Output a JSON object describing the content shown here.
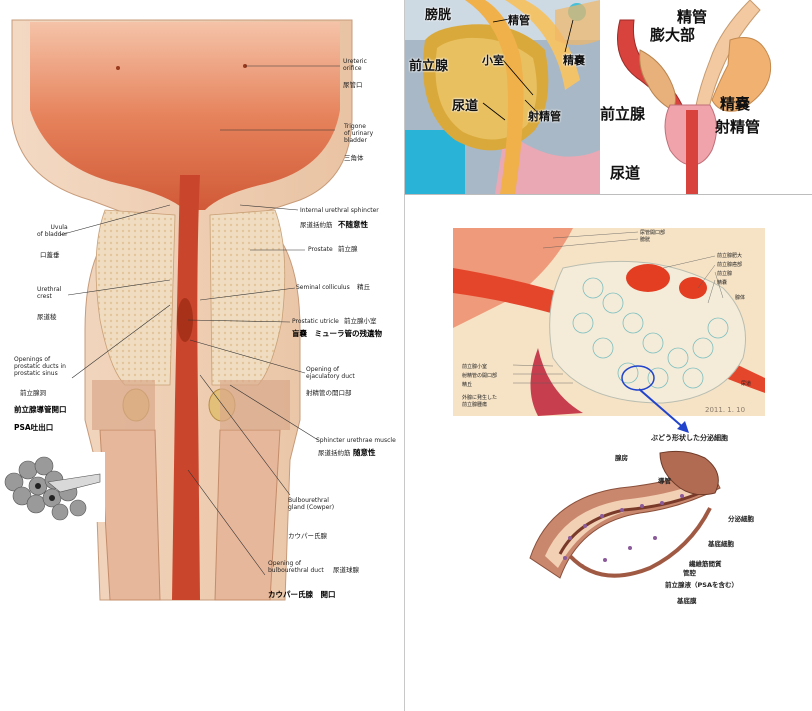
{
  "left_panel": {
    "labels": {
      "ureteric_orifice": "Ureteric\norifice",
      "ureteric_orifice_jp": "尿管口",
      "trigone": "Trigone\nof urinary\nbladder",
      "trigone_jp": "三角体",
      "uvula": "Uvula\nof bladder",
      "uvula_jp": "口蓋垂",
      "internal_sphincter": "Internal urethral sphincter",
      "internal_sphincter_jp": "尿道括約筋",
      "internal_sphincter_jp2": "不随意性",
      "prostate": "Prostate",
      "prostate_jp": "前立腺",
      "urethral_crest": "Urethral\ncrest",
      "urethral_crest_jp": "尿道稜",
      "seminal_colliculus": "Seminal colliculus",
      "seminal_colliculus_jp": "精丘",
      "prostatic_utricle": "Prostatic utricle",
      "prostatic_utricle_jp": "前立腺小室",
      "utricle_remnant_jp": "盲嚢　ミューラ管の残遺物",
      "openings_ducts": "Openings of\nprostatic ducts in\nprostatic sinus",
      "openings_ducts_jp": "前立腺洞",
      "prostatic_duct_opening_jp": "前立腺導管開口",
      "psa_outlet_jp": "PSA吐出口",
      "opening_ejaculatory": "Opening of\nejaculatory duct",
      "opening_ejaculatory_jp": "射精管の開口部",
      "sphincter_muscle": "Sphincter urethrae muscle",
      "sphincter_muscle_jp": "尿道括約筋",
      "sphincter_muscle_jp2": "随意性",
      "bulbourethral_gland": "Bulbourethral\ngland (Cowper)",
      "bulbourethral_gland_jp": "カウパー氏腺",
      "opening_bulbourethral": "Opening of\nbulbourethral duct",
      "opening_bulbourethral_jp": "尿道球腺",
      "cowper_opening_jp": "カウパー氏腺　開口"
    }
  },
  "top_middle": {
    "labels": {
      "bladder": "膀胱",
      "seminal_duct": "精管",
      "prostate": "前立腺",
      "small_chamber": "小室",
      "seminal_vesicle": "精嚢",
      "urethra": "尿道",
      "ejaculatory_duct": "射精管"
    }
  },
  "top_right": {
    "labels": {
      "seminal_duct": "精管",
      "ampulla": "膨大部",
      "seminal_vesicle": "精嚢",
      "prostate": "前立腺",
      "ejaculatory_duct": "射精管",
      "urethra": "尿道"
    }
  },
  "bottom_right": {
    "section_labels": {
      "l1": "尿管開口部",
      "l2": "膀胱",
      "l3": "前立腺肥大",
      "l4": "前立腺癌部",
      "l5": "前立腺",
      "l6": "精嚢",
      "l7": "腺体",
      "l8": "前立腺小室",
      "l9": "射精管の開口部",
      "l10": "精丘",
      "l11": "外腺に発生した",
      "l12": "前立腺腫瘍",
      "l13": "尿道"
    },
    "gland_labels": {
      "title": "ぶどう形状した分泌細胞",
      "acinus": "腺房",
      "duct": "導管",
      "secretory_cell": "分泌細胞",
      "basal_cell": "基底細胞",
      "fibromuscular": "繊維筋間質",
      "lumen": "管腔",
      "fluid": "前立腺液（PSAを含む）",
      "basal_membrane": "基底膜"
    },
    "watermark": "2011. 1. 10"
  }
}
